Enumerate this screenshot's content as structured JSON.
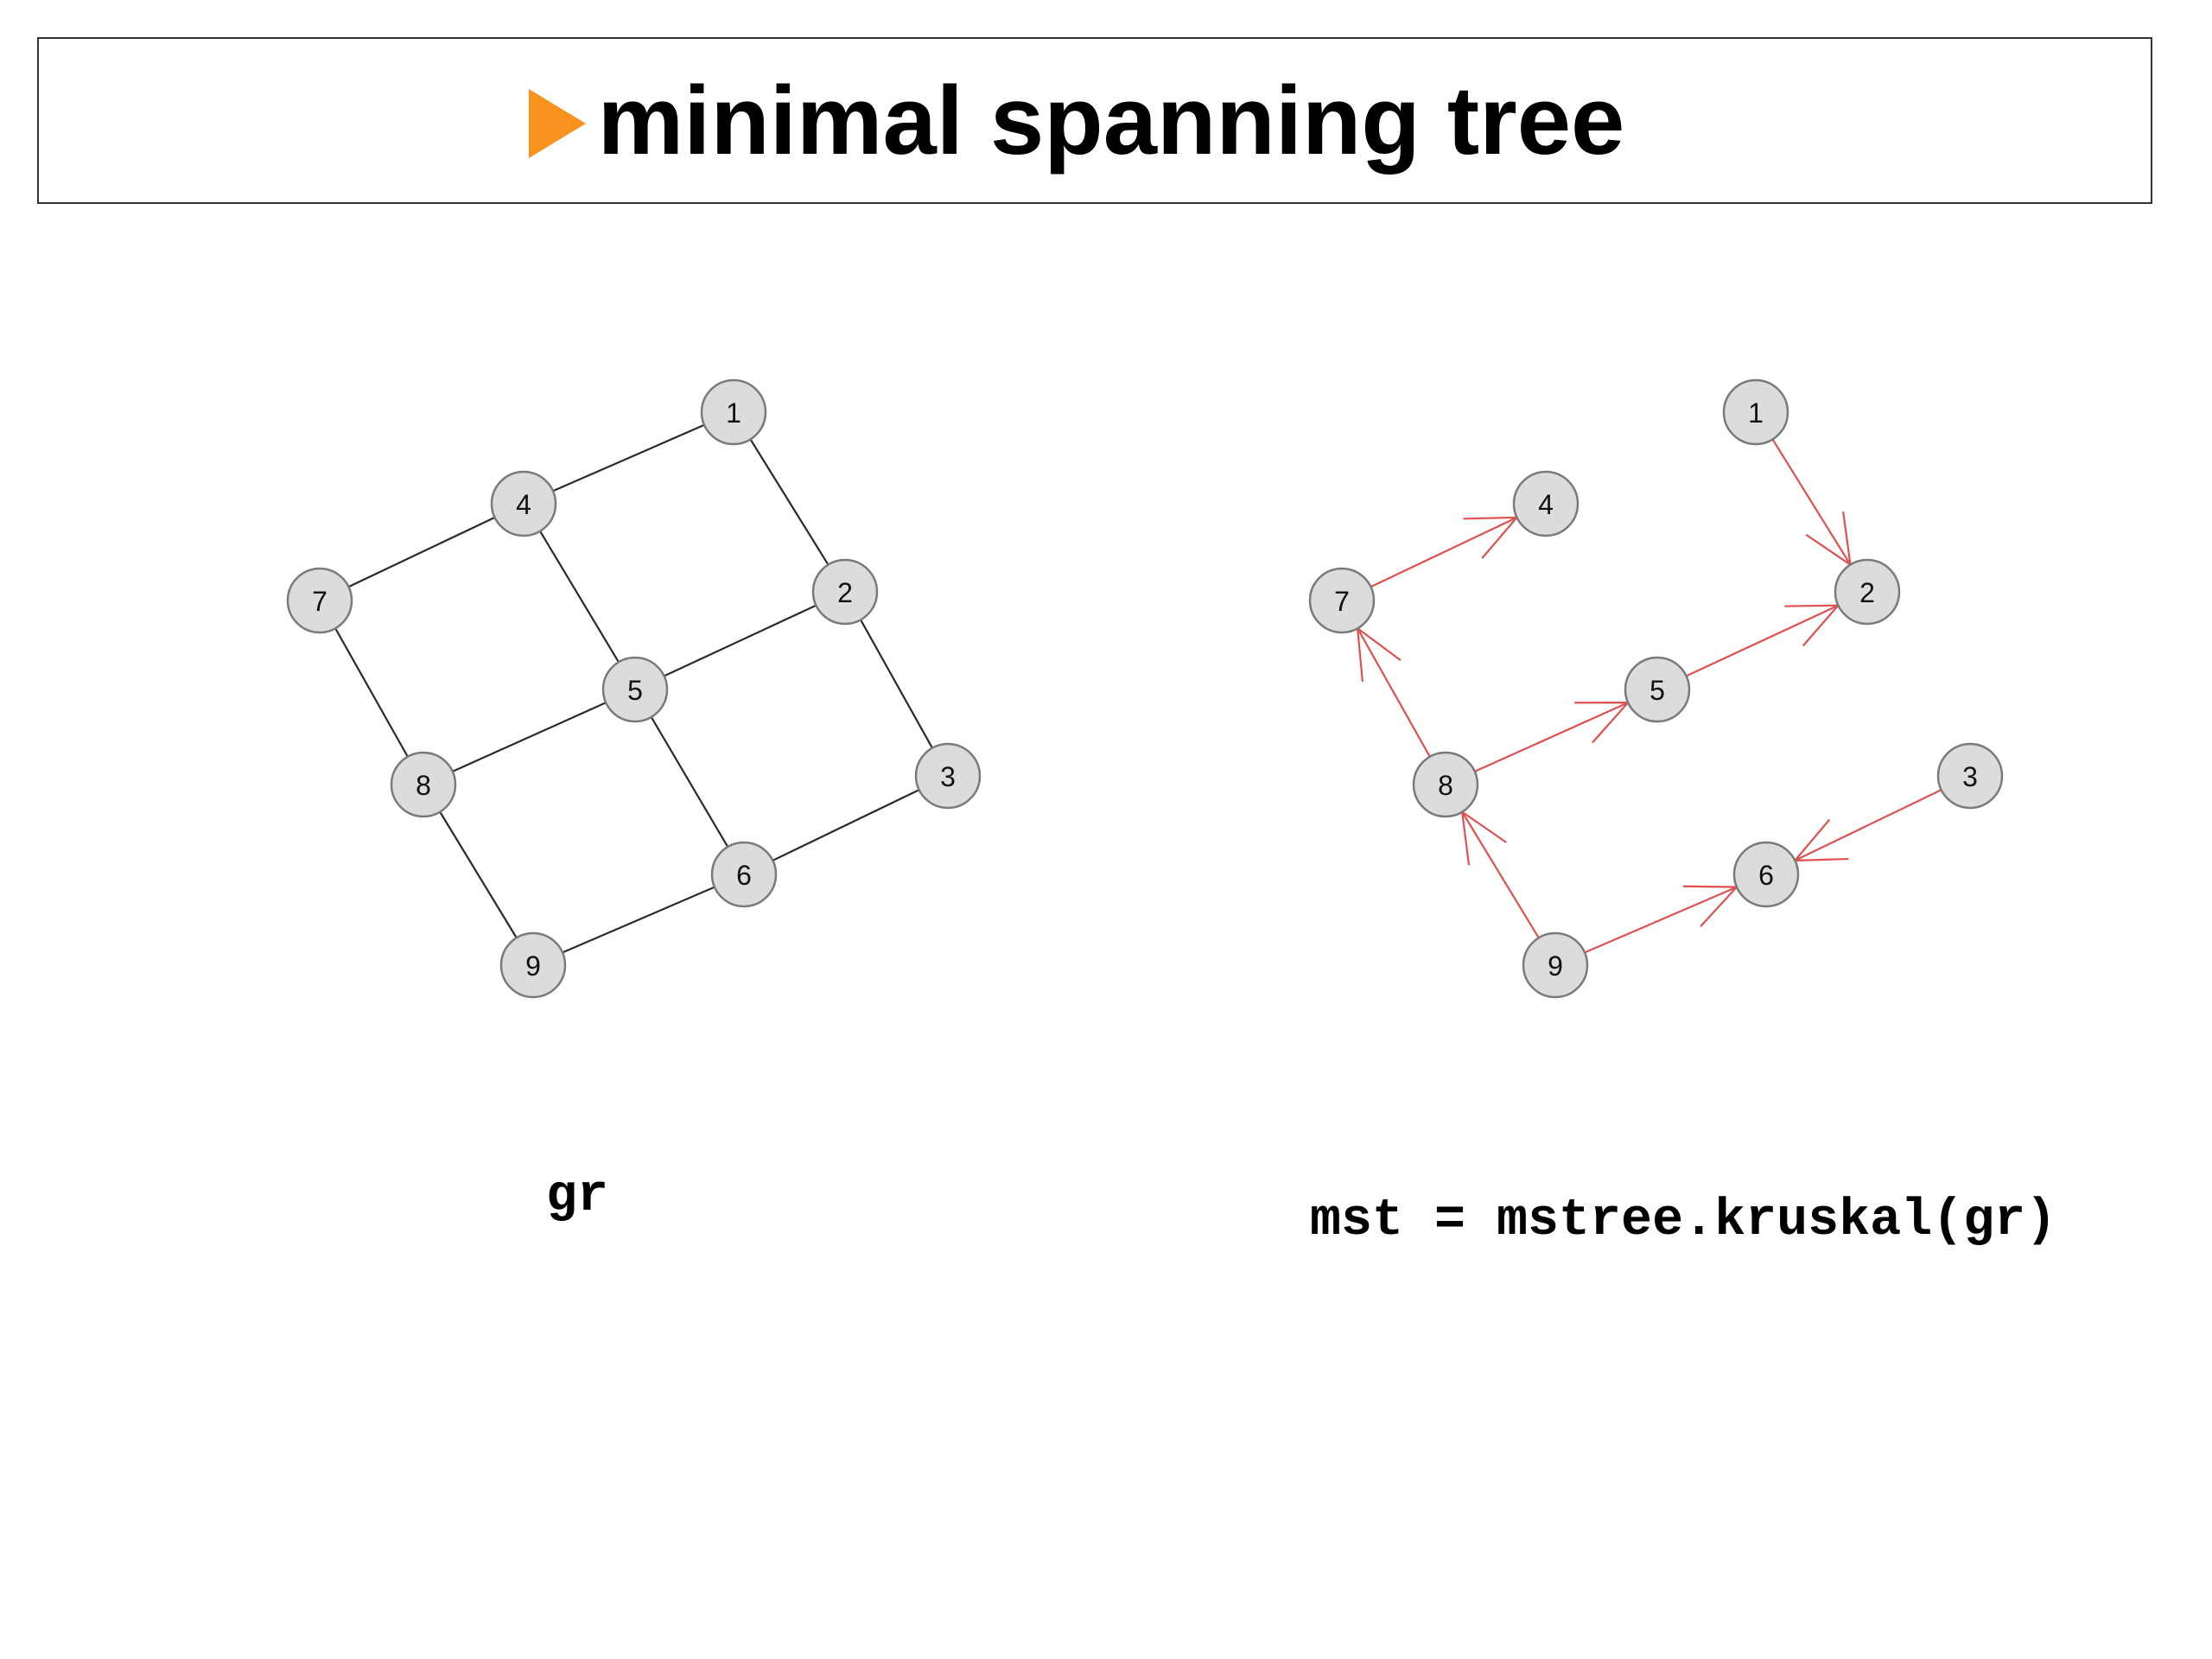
{
  "title": {
    "bullet_icon": "orange-triangle-bullet",
    "bullet_color": "#f7931e",
    "text": "minimal spanning tree"
  },
  "left_graph": {
    "caption": "gr",
    "nodes": [
      "1",
      "2",
      "3",
      "4",
      "5",
      "6",
      "7",
      "8",
      "9"
    ],
    "edges": [
      [
        "1",
        "4"
      ],
      [
        "4",
        "7"
      ],
      [
        "1",
        "2"
      ],
      [
        "4",
        "5"
      ],
      [
        "7",
        "8"
      ],
      [
        "2",
        "5"
      ],
      [
        "5",
        "8"
      ],
      [
        "2",
        "3"
      ],
      [
        "5",
        "6"
      ],
      [
        "8",
        "9"
      ],
      [
        "3",
        "6"
      ],
      [
        "6",
        "9"
      ]
    ]
  },
  "right_graph": {
    "caption": "mst = mstree.kruskal(gr)",
    "edge_color": "#e0504f",
    "nodes": [
      "1",
      "2",
      "3",
      "4",
      "5",
      "6",
      "7",
      "8",
      "9"
    ],
    "directed_edges": [
      [
        "7",
        "4"
      ],
      [
        "1",
        "2"
      ],
      [
        "8",
        "7"
      ],
      [
        "8",
        "5"
      ],
      [
        "5",
        "2"
      ],
      [
        "9",
        "8"
      ],
      [
        "9",
        "6"
      ],
      [
        "3",
        "6"
      ]
    ]
  }
}
